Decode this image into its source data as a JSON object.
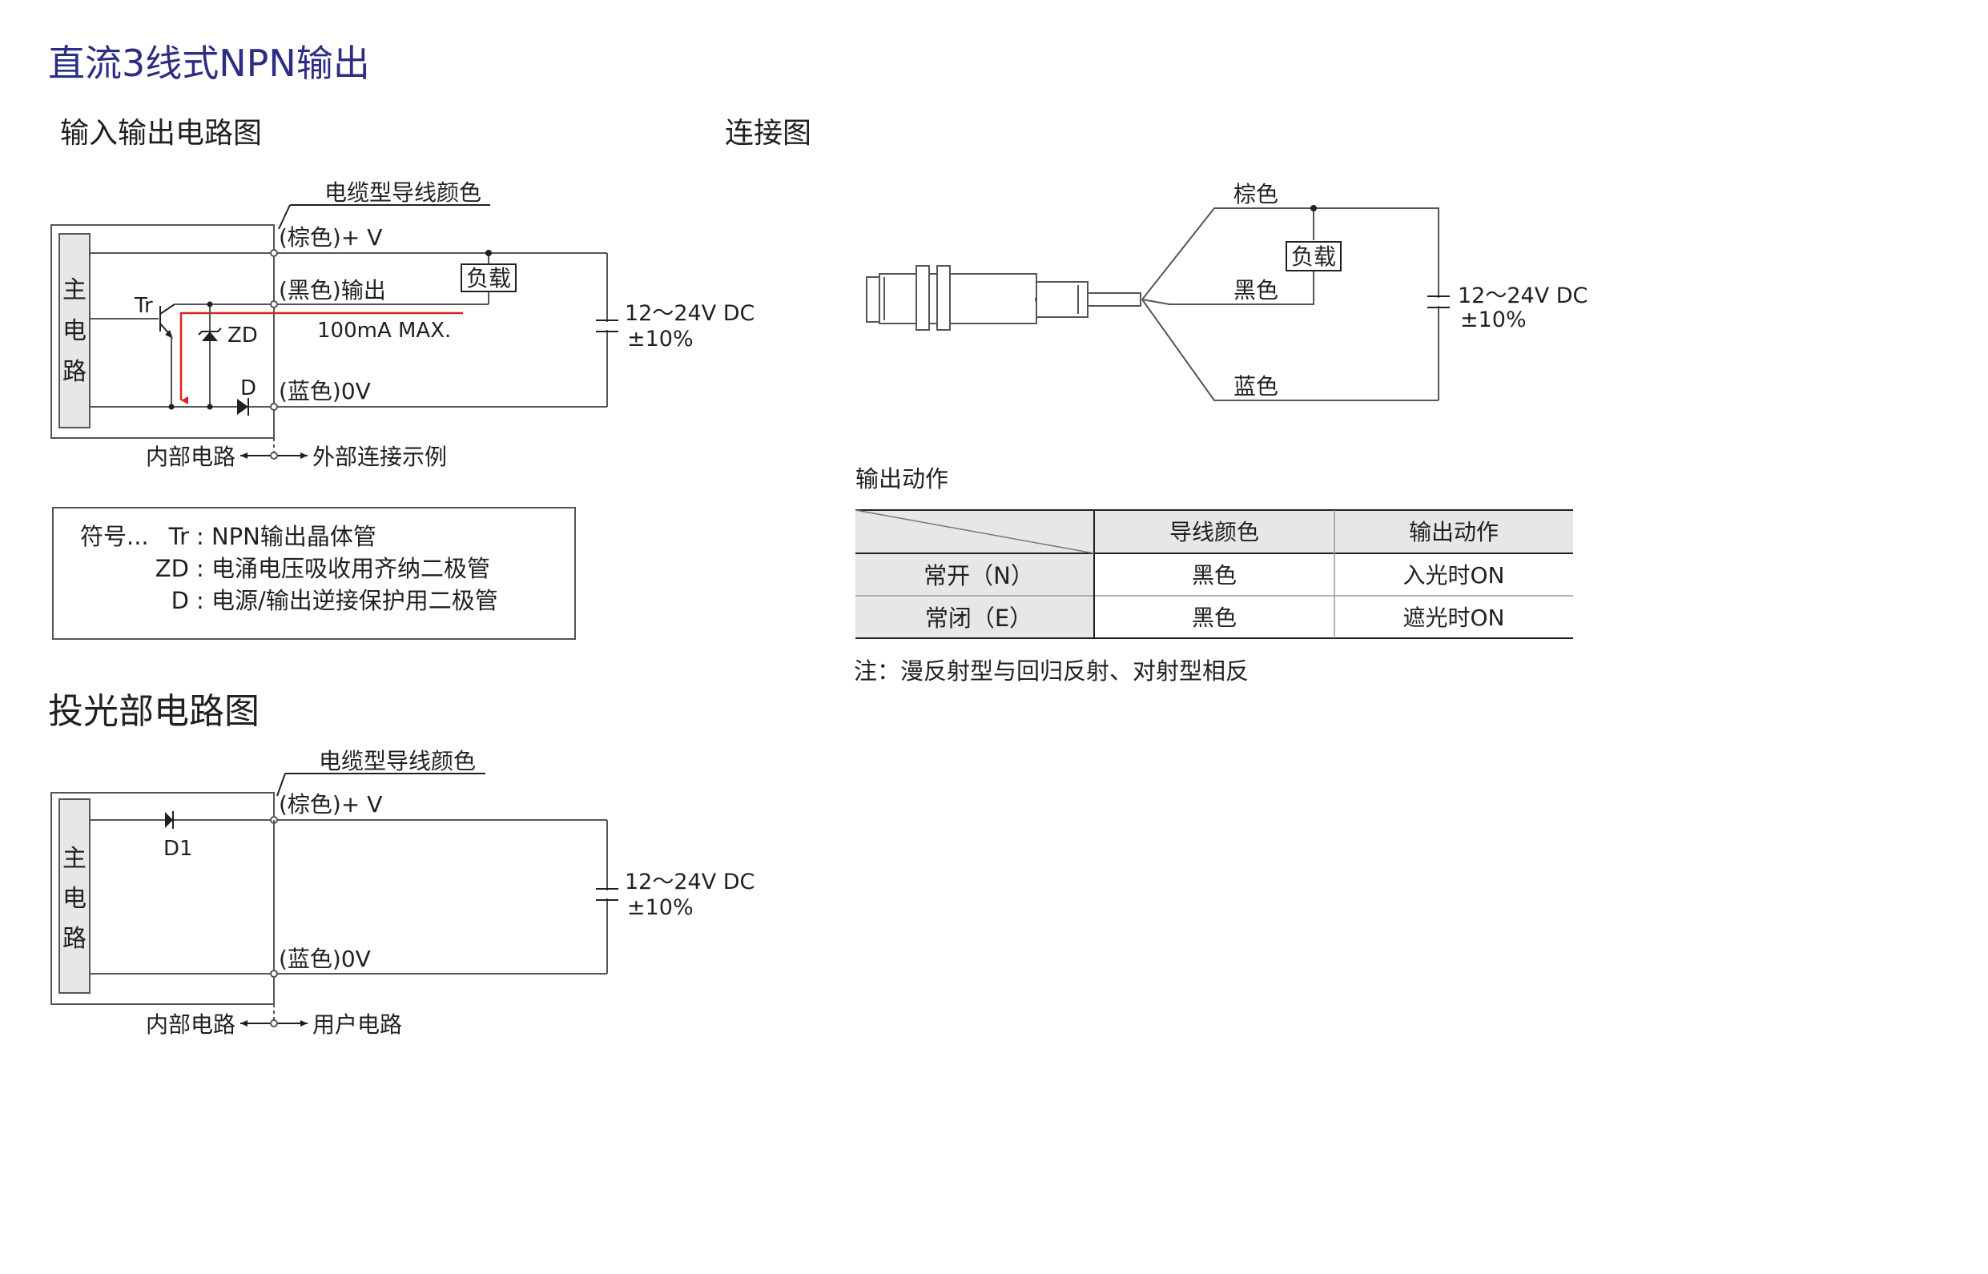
{
  "page": {
    "title": "直流3线式NPN输出",
    "accent_color": "#2b2e83"
  },
  "io_circuit": {
    "heading": "输入输出电路图",
    "main_circuit_chars": [
      "主",
      "电",
      "路"
    ],
    "cable_note": "电缆型导线颜色",
    "brown_v": "(棕色)+ V",
    "black_out": "(黑色)输出",
    "blue_0v": "(蓝色)0V",
    "tr": "Tr",
    "zd": "ZD",
    "d": "D",
    "load": "负载",
    "max_current": "100mA MAX.",
    "supply_1": "12～24V DC",
    "supply_2": "±10%",
    "internal": "内部电路",
    "external": "外部连接示例",
    "current_path_color": "#d7261e"
  },
  "legend": {
    "row1_prefix": "符号...",
    "row1_symbol": "Tr",
    "row1_desc": ": NPN输出晶体管",
    "row2_symbol": "ZD",
    "row2_desc": ": 电涌电压吸收用齐纳二极管",
    "row3_symbol": "D",
    "row3_desc": ": 电源/输出逆接保护用二极管"
  },
  "emitter": {
    "heading": "投光部电路图",
    "main_circuit_chars": [
      "主",
      "电",
      "路"
    ],
    "cable_note": "电缆型导线颜色",
    "brown_v": "(棕色)+ V",
    "blue_0v": "(蓝色)0V",
    "d1": "D1",
    "supply_1": "12～24V DC",
    "supply_2": "±10%",
    "internal": "内部电路",
    "user": "用户电路"
  },
  "connection": {
    "heading": "连接图",
    "brown": "棕色",
    "black": "黑色",
    "blue": "蓝色",
    "load": "负载",
    "supply_1": "12～24V DC",
    "supply_2": "±10%"
  },
  "output_action": {
    "heading": "输出动作",
    "columns": [
      "导线颜色",
      "输出动作"
    ],
    "rows": [
      {
        "mode": "常开（N）",
        "wire": "黑色",
        "action": "入光时ON"
      },
      {
        "mode": "常闭（E）",
        "wire": "黑色",
        "action": "遮光时ON"
      }
    ],
    "header_bg": "#e6e7e8",
    "note": "注：漫反射型与回归反射、对射型相反"
  }
}
